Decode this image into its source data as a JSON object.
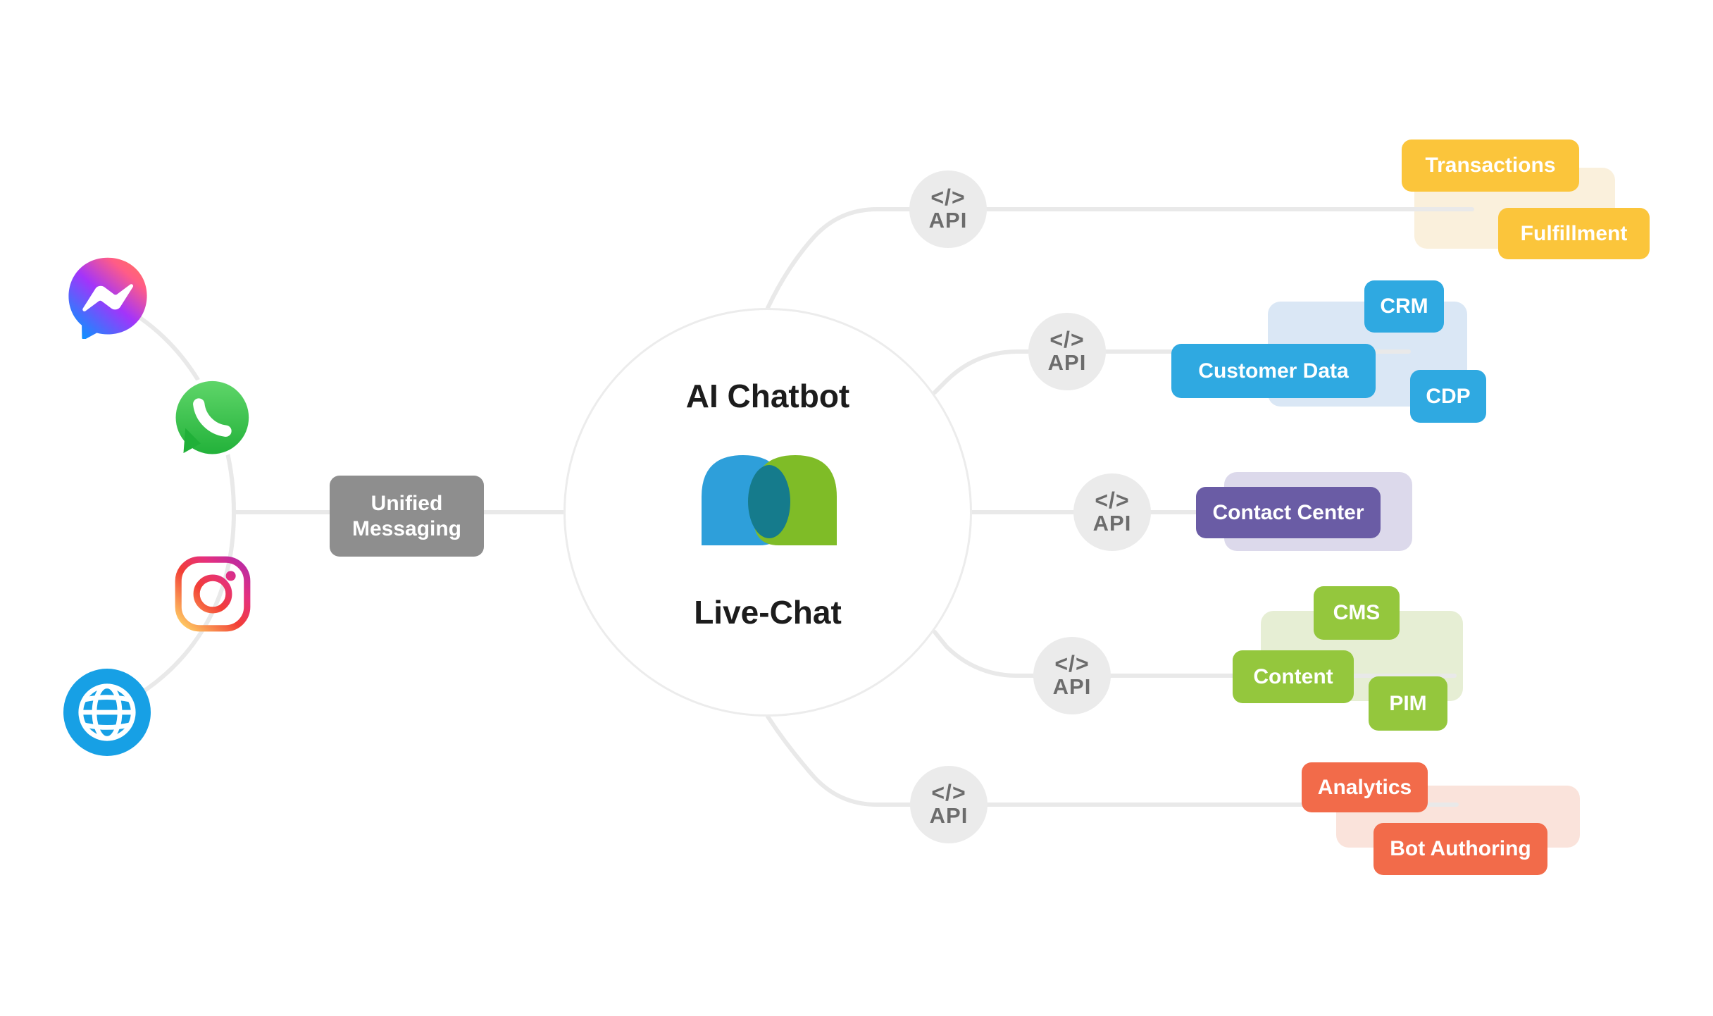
{
  "diagram": {
    "center": {
      "top_label": "AI Chatbot",
      "bottom_label": "Live-Chat",
      "logo": {
        "left_color": "#2E9FDA",
        "right_color": "#7FBC27",
        "overlap_color": "#157B8C"
      }
    },
    "unified_messaging": {
      "label": "Unified Messaging",
      "color": "#8E8E8E"
    },
    "api_node": {
      "glyph": "</>",
      "label": "API"
    },
    "channels": [
      {
        "icon": "messenger-icon"
      },
      {
        "icon": "whatsapp-icon"
      },
      {
        "icon": "instagram-icon"
      },
      {
        "icon": "globe-icon"
      }
    ],
    "groups": [
      {
        "name": "commerce",
        "accent": "#FBC53B",
        "tint": "#FAF0DC",
        "boxes": [
          {
            "label": "Transactions"
          },
          {
            "label": "Fulfillment"
          }
        ]
      },
      {
        "name": "customer-data",
        "accent": "#2FA9E1",
        "tint": "#DAE7F5",
        "boxes": [
          {
            "label": "CRM"
          },
          {
            "label": "Customer Data"
          },
          {
            "label": "CDP"
          }
        ]
      },
      {
        "name": "contact-center",
        "accent": "#6A5CA5",
        "tint": "#DCD9EB",
        "boxes": [
          {
            "label": "Contact Center"
          }
        ]
      },
      {
        "name": "content",
        "accent": "#94C73D",
        "tint": "#E6EED4",
        "boxes": [
          {
            "label": "CMS"
          },
          {
            "label": "Content"
          },
          {
            "label": "PIM"
          }
        ]
      },
      {
        "name": "analytics",
        "accent": "#F26B4A",
        "tint": "#FAE3DB",
        "boxes": [
          {
            "label": "Analytics"
          },
          {
            "label": "Bot Authoring"
          }
        ]
      }
    ],
    "line_color": "#E9E9E9"
  }
}
